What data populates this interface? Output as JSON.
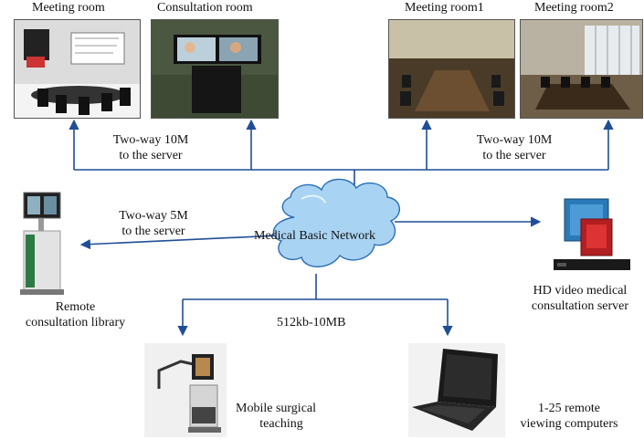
{
  "rooms": {
    "meeting_room": "Meeting room",
    "consultation_room": "Consultation room",
    "meeting_room1": "Meeting room1",
    "meeting_room2": "Meeting room2"
  },
  "links": {
    "left_top": [
      "Two-way 10M",
      "to the server"
    ],
    "right_top": [
      "Two-way 10M",
      "to the server"
    ],
    "left_mid": [
      "Two-way 5M",
      "to the server"
    ],
    "bottom": "512kb-10MB"
  },
  "network": {
    "name": "Medical Basic Network"
  },
  "devices": {
    "remote_library": [
      "Remote",
      "consultation library"
    ],
    "hd_server": [
      "HD video medical",
      "consultation server"
    ],
    "mobile_teaching": [
      "Mobile surgical",
      "teaching"
    ],
    "remote_computers": [
      "1-25 remote",
      "viewing computers"
    ]
  },
  "colors": {
    "line": "#1f4e96",
    "cloud_fill": "#a9d3f2",
    "cloud_stroke": "#2a6fb5"
  }
}
